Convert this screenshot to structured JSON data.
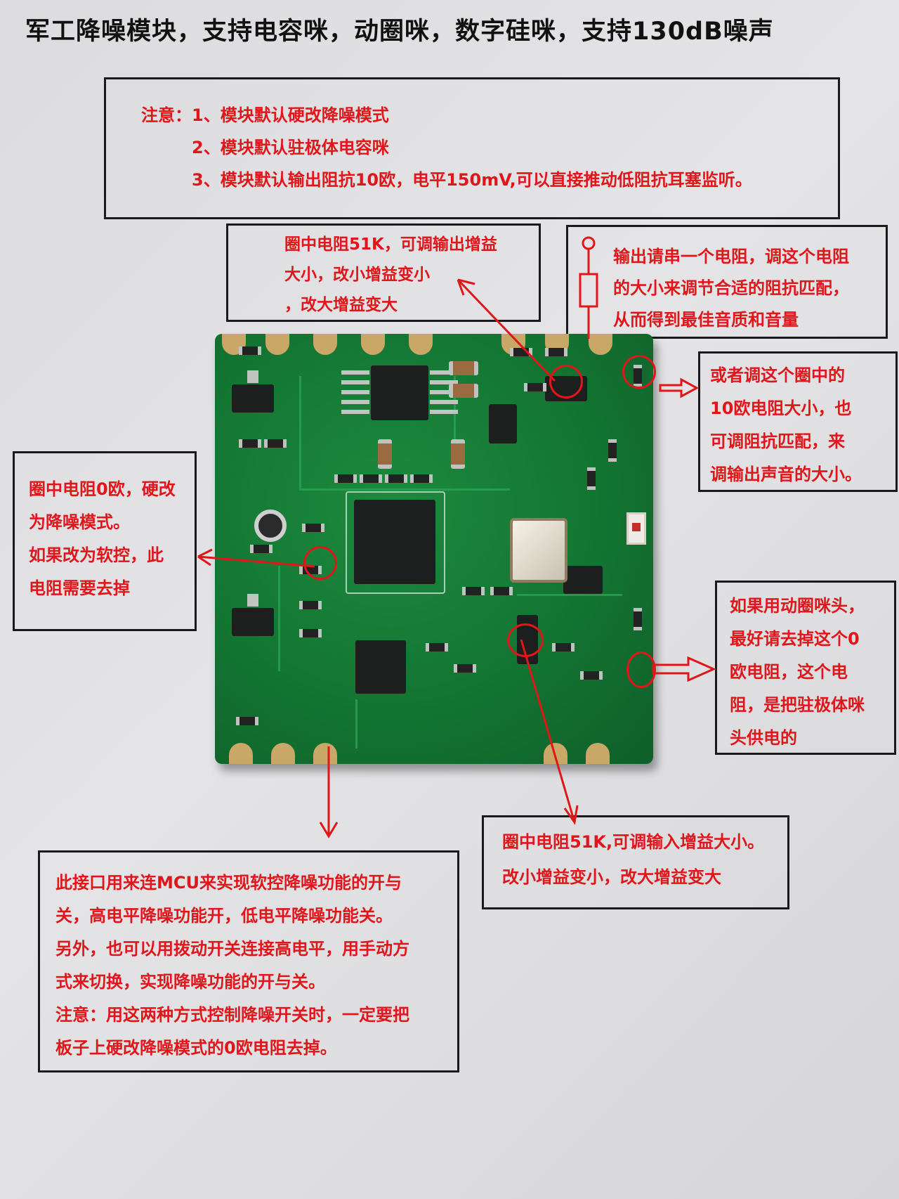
{
  "title": "军工降噪模块，支持电容咪，动圈咪，数字硅咪，支持130dB噪声",
  "note_box": {
    "line1": "注意：1、模块默认硬改降噪模式",
    "line2": "2、模块默认驻极体电容咪",
    "line3": "3、模块默认输出阻抗10欧，电平150mV,可以直接推动低阻抗耳塞监听。"
  },
  "output_gain_box": {
    "line1": "圈中电阻51K，可调输出增益",
    "line2": "大小，改小增益变小",
    "line3": "，改大增益变大"
  },
  "output_resistor_box": {
    "line1": "输出请串一个电阻，调这个电阻",
    "line2": "的大小来调节合适的阻抗匹配，",
    "line3": "从而得到最佳音质和音量"
  },
  "ten_ohm_box": {
    "line1": "或者调这个圈中的",
    "line2": "10欧电阻大小，也",
    "line3": "可调阻抗匹配，来",
    "line4": "调输出声音的大小。"
  },
  "zero_ohm_box": {
    "line1": "圈中电阻0欧，硬改",
    "line2": "为降噪模式。",
    "line3": "如果改为软控，此",
    "line4": "电阻需要去掉"
  },
  "dynamic_mic_box": {
    "line1": "如果用动圈咪头，",
    "line2": "最好请去掉这个0",
    "line3": "欧电阻，这个电",
    "line4": "阻，是把驻极体咪",
    "line5": "头供电的"
  },
  "input_gain_box": {
    "line1": "圈中电阻51K,可调输入增益大小。",
    "line2": "改小增益变小，改大增益变大"
  },
  "mcu_box": {
    "line1": "此接口用来连MCU来实现软控降噪功能的开与",
    "line2": "关，高电平降噪功能开，低电平降噪功能关。",
    "line3": "另外，也可以用拨动开关连接高电平，用手动方",
    "line4": "式来切换，实现降噪功能的开与关。",
    "line5": "注意：用这两种方式控制降噪开关时，一定要把",
    "line6": "板子上硬改降噪模式的0欧电阻去掉。"
  },
  "colors": {
    "annotation_red": "#e0161b",
    "pcb_green": "#137532",
    "background": "#dcdcde"
  }
}
